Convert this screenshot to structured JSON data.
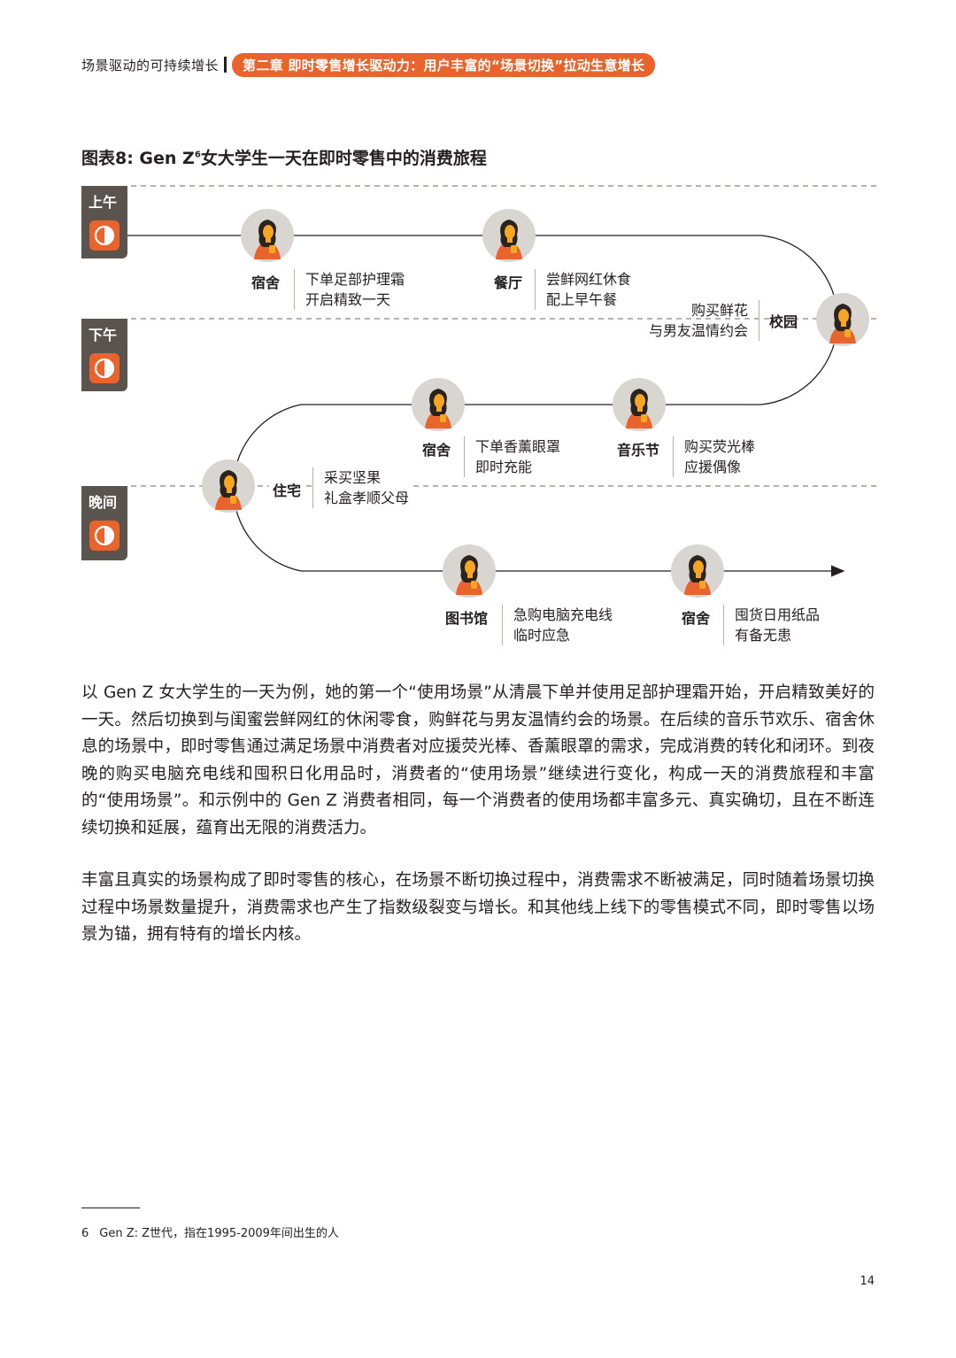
{
  "header": {
    "left": "场景驱动的可持续增长",
    "chapter": "第二章 即时零售增长驱动力：用户丰富的“场景切换”拉动生意增长"
  },
  "figure": {
    "title": "图表8: Gen Z",
    "title_sup": "6",
    "title_rest": "女大学生一天在即时零售中的消费旅程",
    "times": [
      "上午",
      "下午",
      "晚间"
    ],
    "scenes": [
      {
        "name": "宿舍",
        "lines": [
          "下单足部护理霜",
          "开启精致一天"
        ]
      },
      {
        "name": "餐厅",
        "lines": [
          "尝鲜网红休食",
          "配上早午餐"
        ]
      },
      {
        "name": "校园",
        "lines": [
          "购买鲜花",
          "与男友温情约会"
        ]
      },
      {
        "name": "宿舍",
        "lines": [
          "下单香薰眼罩",
          "即时充能"
        ]
      },
      {
        "name": "音乐节",
        "lines": [
          "购买荧光棒",
          "应援偶像"
        ]
      },
      {
        "name": "住宅",
        "lines": [
          "采买坚果",
          "礼盒孝顺父母"
        ]
      },
      {
        "name": "图书馆",
        "lines": [
          "急购电脑充电线",
          "临时应急"
        ]
      },
      {
        "name": "宿舍",
        "lines": [
          "囤货日用纸品",
          "有备无患"
        ]
      }
    ]
  },
  "paragraphs": [
    "以 Gen Z 女大学生的一天为例，她的第一个“使用场景”从清晨下单并使用足部护理霜开始，开启精致美好的一天。然后切换到与闺蜜尝鲜网红的休闲零食，购鲜花与男友温情约会的场景。在后续的音乐节欢乐、宿舍休息的场景中，即时零售通过满足场景中消费者对应援荧光棒、香薰眼罩的需求，完成消费的转化和闭环。到夜晚的购买电脑充电线和囤积日化用品时，消费者的“使用场景”继续进行变化，构成一天的消费旅程和丰富的“使用场景”。和示例中的 Gen Z 消费者相同，每一个消费者的使用场都丰富多元、真实确切，且在不断连续切换和延展，蕴育出无限的消费活力。",
    "丰富且真实的场景构成了即时零售的核心，在场景不断切换过程中，消费需求不断被满足，同时随着场景切换过程中场景数量提升，消费需求也产生了指数级裂变与增长。和其他线上线下的零售模式不同，即时零售以场景为锚，拥有特有的增长内核。"
  ],
  "footnote": {
    "number": "6",
    "text": "Gen Z: Z世代，指在1995-2009年间出生的人"
  },
  "page_number": "14",
  "colors": {
    "accent": "#e8642c",
    "tab": "#5b534d",
    "avatar_bg": "#d9d6d2",
    "hair": "#2a2320",
    "skin": "#f5a623"
  }
}
